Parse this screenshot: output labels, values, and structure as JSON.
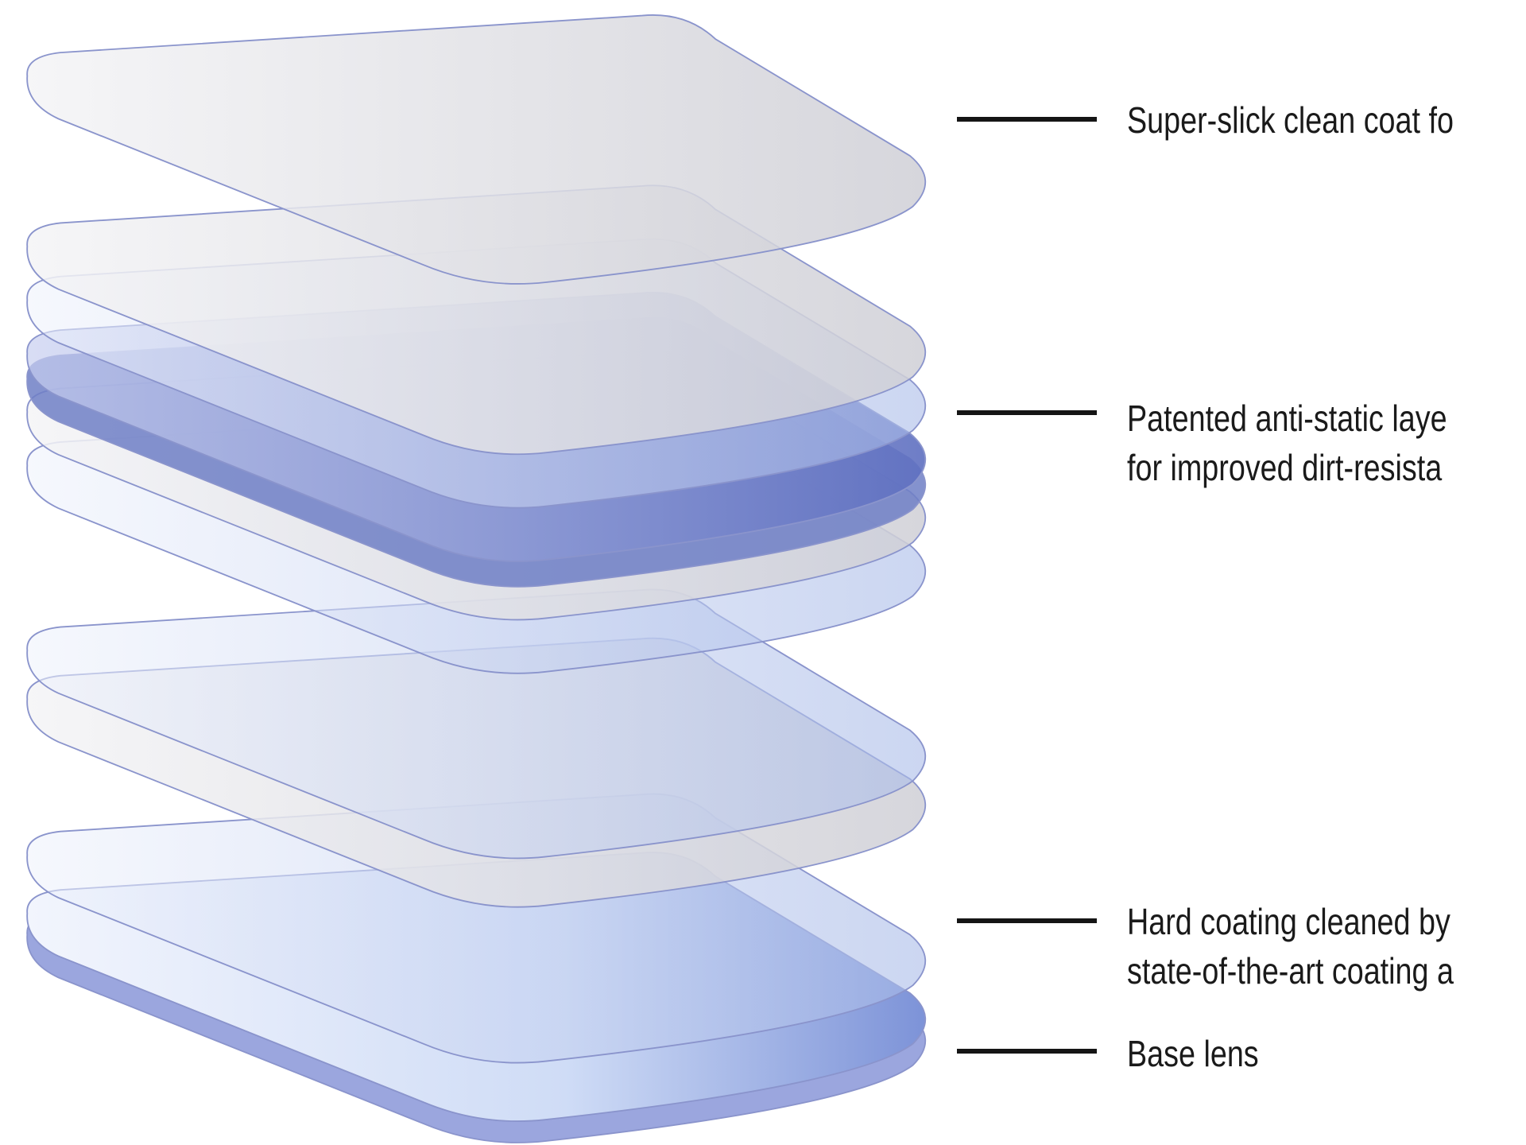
{
  "labels": [
    {
      "lines": [
        "Super-slick clean coat fo"
      ]
    },
    {
      "lines": [
        "Patented anti-static laye",
        "for improved dirt-resista"
      ]
    },
    {
      "lines": [
        "Hard coating cleaned by",
        "state-of-the-art coating a"
      ]
    },
    {
      "lines": [
        "Base lens"
      ]
    }
  ],
  "colors": {
    "outline": "#8a94cc",
    "top_layer": "#dcdce2",
    "blue_layer": "#aebde8",
    "thick_layer": "#6f7fc6",
    "base_lens": "#8a96d8",
    "leader": "#151515"
  }
}
